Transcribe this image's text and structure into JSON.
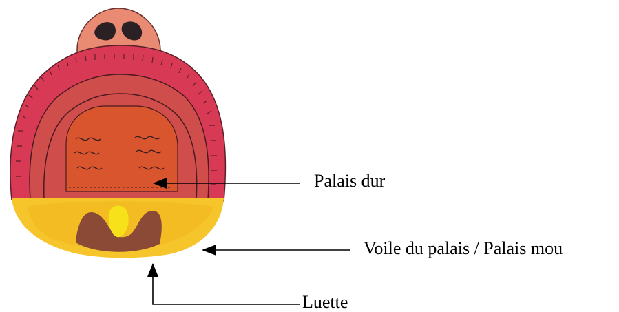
{
  "labels": {
    "hard_palate": "Palais dur",
    "soft_palate": "Voile du palais / Palais mou",
    "uvula": "Luette"
  },
  "colors": {
    "nose": "#e98a72",
    "nostril": "#2b2023",
    "gum_outer": "#d83a55",
    "gum_inner": "#cf4d4a",
    "hard_palate": "#d9552e",
    "soft_palate": "#f6c52b",
    "uvula": "#8a4a36",
    "uvula_tip": "#f7e11a",
    "outline": "#3a1e22",
    "arrow": "#000000"
  }
}
